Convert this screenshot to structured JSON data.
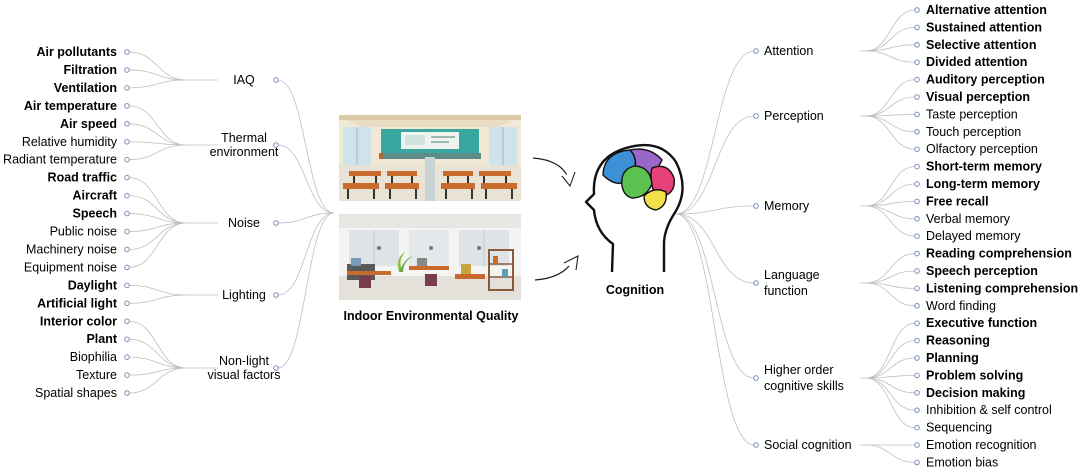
{
  "left": {
    "title": "Indoor Environmental Quality",
    "groups": [
      {
        "label": [
          "IAQ"
        ],
        "items": [
          {
            "text": "Air pollutants",
            "bold": true
          },
          {
            "text": "Filtration",
            "bold": true
          },
          {
            "text": "Ventilation",
            "bold": true
          }
        ]
      },
      {
        "label": [
          "Thermal",
          "environment"
        ],
        "items": [
          {
            "text": "Air temperature",
            "bold": true
          },
          {
            "text": "Air speed",
            "bold": true
          },
          {
            "text": "Relative humidity",
            "bold": false
          },
          {
            "text": "Radiant temperature",
            "bold": false
          }
        ]
      },
      {
        "label": [
          "Noise"
        ],
        "items": [
          {
            "text": "Road traffic",
            "bold": true
          },
          {
            "text": "Aircraft",
            "bold": true
          },
          {
            "text": "Speech",
            "bold": true
          },
          {
            "text": "Public noise",
            "bold": false
          },
          {
            "text": "Machinery noise",
            "bold": false
          },
          {
            "text": "Equipment noise",
            "bold": false
          }
        ]
      },
      {
        "label": [
          "Lighting"
        ],
        "items": [
          {
            "text": "Daylight",
            "bold": true
          },
          {
            "text": "Artificial light",
            "bold": true
          }
        ]
      },
      {
        "label": [
          "Non-light",
          "visual factors"
        ],
        "items": [
          {
            "text": "Interior color",
            "bold": true
          },
          {
            "text": "Plant",
            "bold": true
          },
          {
            "text": "Biophilia",
            "bold": false
          },
          {
            "text": "Texture",
            "bold": false
          },
          {
            "text": "Spatial shapes",
            "bold": false
          }
        ]
      }
    ]
  },
  "right": {
    "title": "Cognition",
    "groups": [
      {
        "label": [
          "Attention"
        ],
        "items": [
          {
            "text": "Alternative attention",
            "bold": true
          },
          {
            "text": "Sustained attention",
            "bold": true
          },
          {
            "text": "Selective attention",
            "bold": true
          },
          {
            "text": "Divided attention",
            "bold": true
          }
        ]
      },
      {
        "label": [
          "Perception"
        ],
        "items": [
          {
            "text": "Auditory perception",
            "bold": true
          },
          {
            "text": "Visual perception",
            "bold": true
          },
          {
            "text": "Taste perception",
            "bold": false
          },
          {
            "text": "Touch perception",
            "bold": false
          },
          {
            "text": "Olfactory perception",
            "bold": false
          }
        ]
      },
      {
        "label": [
          "Memory"
        ],
        "items": [
          {
            "text": "Short-term memory",
            "bold": true
          },
          {
            "text": "Long-term memory",
            "bold": true
          },
          {
            "text": "Free recall",
            "bold": true
          },
          {
            "text": "Verbal memory",
            "bold": false
          },
          {
            "text": "Delayed memory",
            "bold": false
          }
        ]
      },
      {
        "label": [
          "Language",
          "function"
        ],
        "items": [
          {
            "text": "Reading comprehension",
            "bold": true
          },
          {
            "text": "Speech perception",
            "bold": true
          },
          {
            "text": "Listening comprehension",
            "bold": true
          },
          {
            "text": "Word finding",
            "bold": false
          }
        ]
      },
      {
        "label": [
          "Higher order",
          "cognitive skills"
        ],
        "items": [
          {
            "text": "Executive function",
            "bold": true
          },
          {
            "text": "Reasoning",
            "bold": true
          },
          {
            "text": "Planning",
            "bold": true
          },
          {
            "text": "Problem solving",
            "bold": true
          },
          {
            "text": "Decision making",
            "bold": true
          },
          {
            "text": "Inhibition & self control",
            "bold": false
          },
          {
            "text": "Sequencing",
            "bold": false
          }
        ]
      },
      {
        "label": [
          "Social cognition"
        ],
        "items": [
          {
            "text": "Emotion recognition",
            "bold": false
          },
          {
            "text": "Emotion bias",
            "bold": false
          }
        ]
      }
    ]
  },
  "colors": {
    "connector": "#bfbfbf",
    "dot": "#6a86b8",
    "brain_blue": "#3d8fd6",
    "brain_green": "#5cc24f",
    "brain_pink": "#e8407a",
    "brain_yellow": "#f2e04a",
    "brain_purple": "#9a66c8"
  },
  "icons": [
    "classroom-illustration",
    "office-illustration",
    "curved-arrow-icon",
    "head-brain-icon"
  ]
}
